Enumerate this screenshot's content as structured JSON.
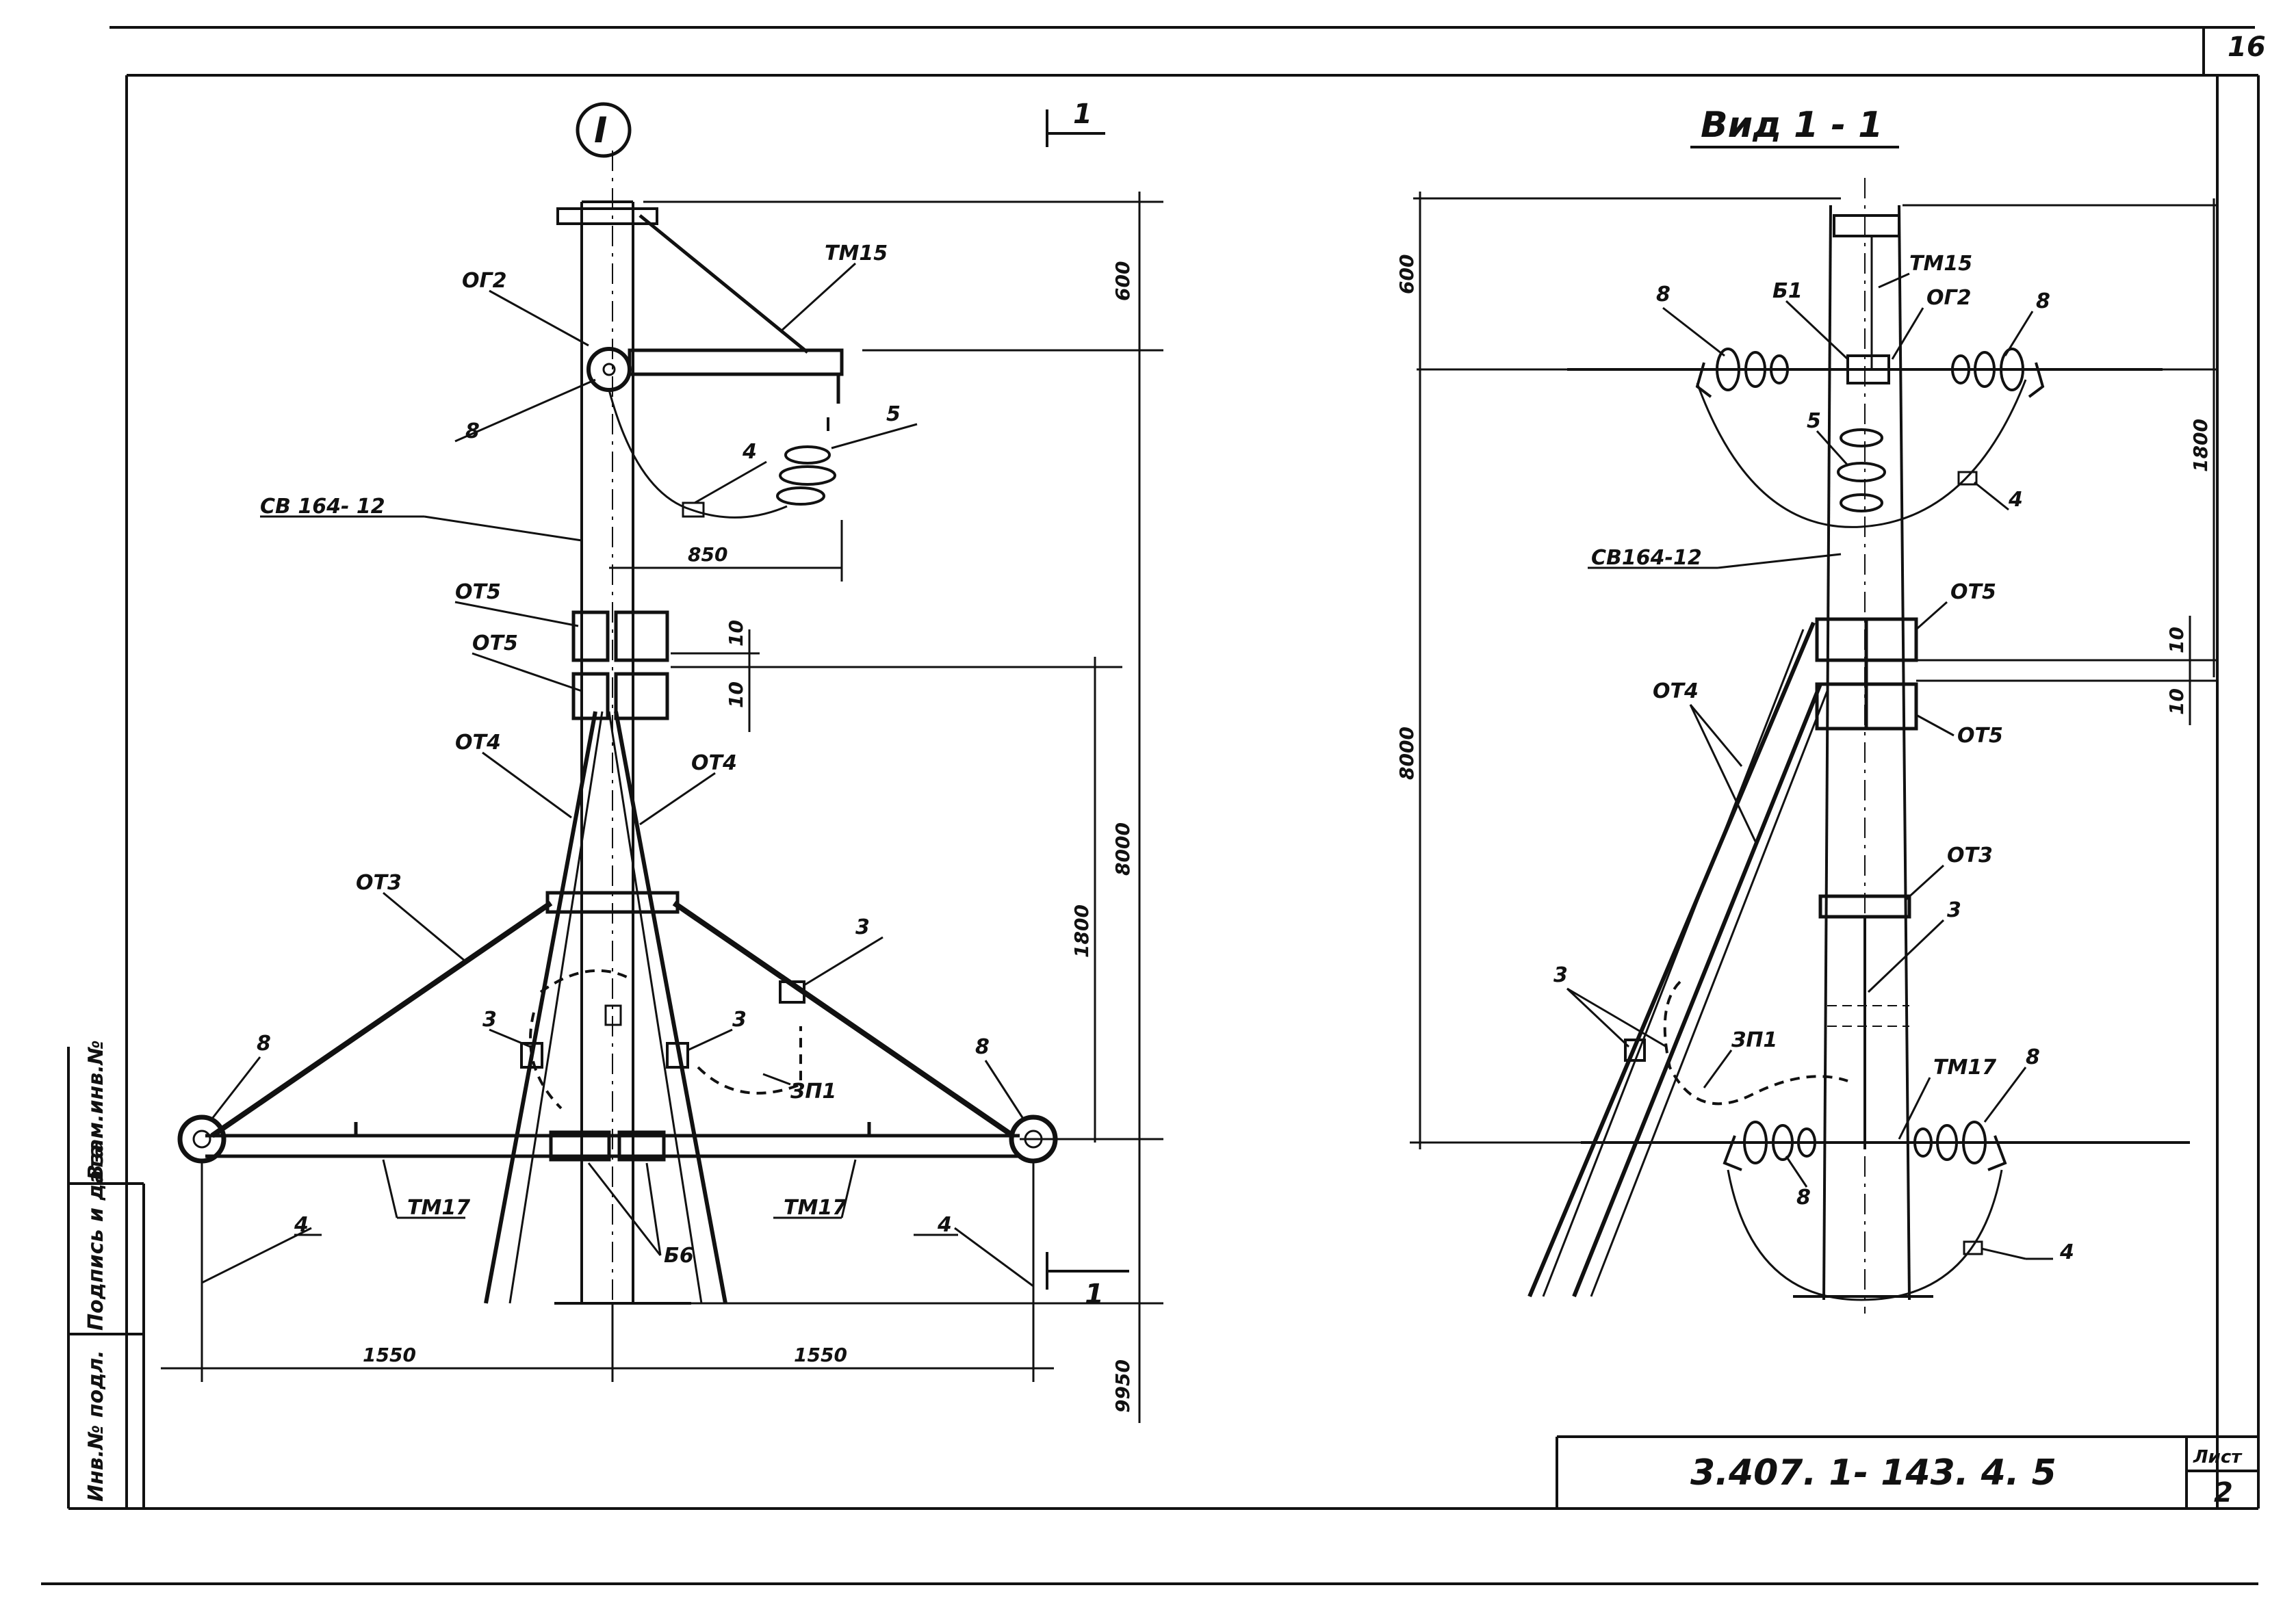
{
  "page_number": "16",
  "left_view": {
    "section_mark": "I",
    "cut_mark": "1",
    "cut_mark_bottom": "1",
    "labels": {
      "og2": "ОГ2",
      "tm15": "ТМ15",
      "item8_top": "8",
      "item4_top": "4",
      "item5": "5",
      "pole": "СВ 164- 12",
      "ot5_a": "ОТ5",
      "ot5_b": "ОТ5",
      "ot4_left": "ОТ4",
      "ot4_right": "ОТ4",
      "ot3": "ОТ3",
      "item3_right": "3",
      "item3_left": "3",
      "item3_mid": "3",
      "zp1": "ЗП1",
      "item8_left": "8",
      "item8_right": "8",
      "tm17_left": "ТМ17",
      "tm17_right": "ТМ17",
      "item4_left": "4",
      "item4_right": "4",
      "b6": "Б6"
    },
    "dims": {
      "d600": "600",
      "d850": "850",
      "d10a": "10",
      "d10b": "10",
      "d8000": "8000",
      "d1800": "1800",
      "d1550_left": "1550",
      "d1550_right": "1550",
      "d9950": "9950"
    }
  },
  "right_view": {
    "title": "Вид   1 - 1",
    "labels": {
      "tm15": "ТМ15",
      "og2": "ОГ2",
      "b1": "Б1",
      "item8_tl": "8",
      "item8_tr": "8",
      "item5": "5",
      "item4_top": "4",
      "pole": "СВ164-12",
      "ot5_top": "ОТ5",
      "ot5_bottom": "ОТ5",
      "ot4": "ОТ4",
      "ot3": "ОТ3",
      "item3_right": "3",
      "item3_left": "3",
      "zp1": "ЗП1",
      "tm17": "ТМ17",
      "item8_br": "8",
      "item8_bottom": "8",
      "item4_bottom": "4"
    },
    "dims": {
      "d600": "600",
      "d1800": "1800",
      "d8000": "8000",
      "d10a": "10",
      "d10b": "10"
    }
  },
  "side_stamp": {
    "text1": "Инв.№ подл.",
    "text2": "Подпись и дата",
    "text3": "Взам.инв.№"
  },
  "title_block": {
    "doc_code": "3.407. 1- 143. 4. 5",
    "sheet_label": "Лист",
    "sheet_no": "2"
  }
}
